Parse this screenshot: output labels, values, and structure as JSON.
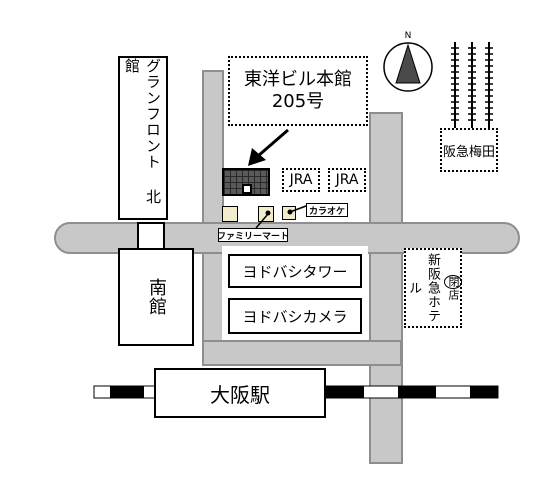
{
  "buildings": {
    "grand_front_north": "グランフロント 北館",
    "south": "南館",
    "yodobashi_tower": "ヨドバシタワー",
    "yodobashi_camera": "ヨドバシカメラ",
    "osaka_station": "大阪駅",
    "hankyu_umeda": "阪急梅田",
    "shin_hankyu_hotel": "新阪急ホテル",
    "closed_badge": "閉",
    "closed_badge_suffix": "店"
  },
  "callout": {
    "line1": "東洋ビル本館",
    "line2": "205号"
  },
  "labels": {
    "jra_1": "JRA",
    "jra_2": "JRA",
    "family_mart": "ファミリーマート",
    "karaoke": "カラオケ"
  },
  "compass": {
    "north_label": "N"
  },
  "colors": {
    "road_fill": "#c8c8c8",
    "road_edge": "#8e8e8e",
    "target_building": "#5a5a5a",
    "store_marker": "#f2eccc"
  }
}
